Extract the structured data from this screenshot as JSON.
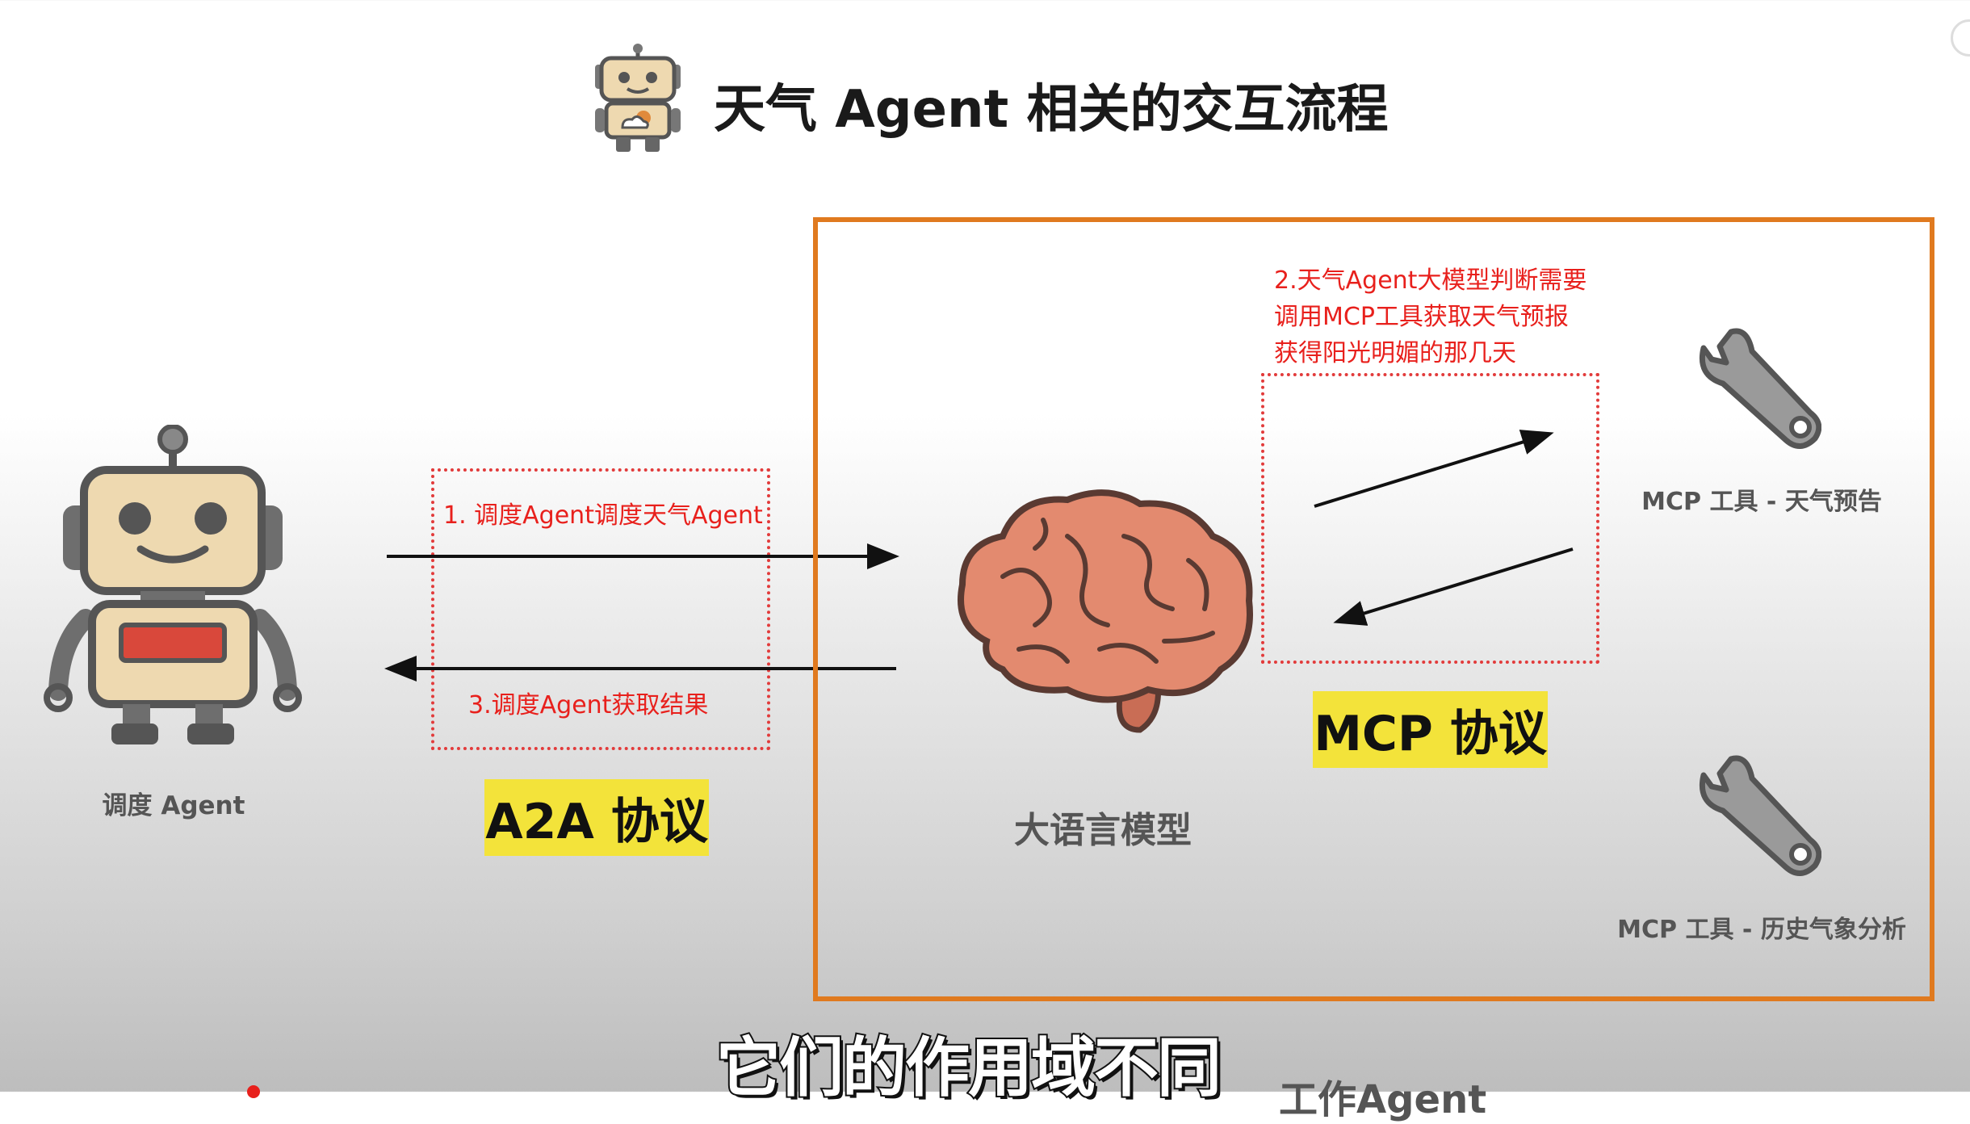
{
  "title": "天气 Agent 相关的交互流程",
  "dispatcher_label": "调度 Agent",
  "a2a": {
    "step1": "1. 调度Agent调度天气Agent",
    "step3": "3.调度Agent获取结果",
    "badge": "A2A 协议"
  },
  "llm_label": "大语言模型",
  "mcp": {
    "step2_lines": [
      "2.天气Agent大模型判断需要",
      "调用MCP工具获取天气预报",
      "获得阳光明媚的那几天"
    ],
    "badge": "MCP 协议",
    "tool1": "MCP 工具 - 天气预告",
    "tool2": "MCP 工具 - 历史气象分析"
  },
  "subtitle": "它们的作用域不同",
  "partial_text": "工作Agent",
  "colors": {
    "orange_border": "#e07a1f",
    "red": "#e8201c",
    "badge_yellow": "#f3e33a"
  }
}
